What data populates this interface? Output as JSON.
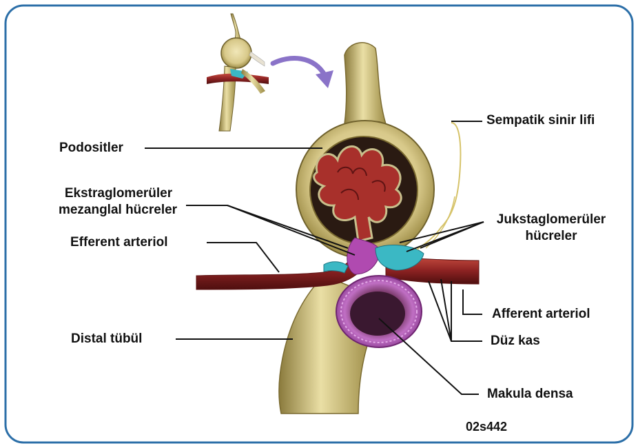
{
  "labels": {
    "podosit": "Podositler",
    "ekstra_line1": "Ekstraglomerüler",
    "ekstra_line2": "mezanglal hücreler",
    "efferent": "Efferent arteriol",
    "distal": "Distal tübül",
    "sempatik": "Sempatik sinir lifi",
    "juksta_line1": "Jukstaglomerüler",
    "juksta_line2": "hücreler",
    "afferent": "Afferent arteriol",
    "duz_kas": "Düz kas",
    "makula": "Makula densa",
    "code": "02s442"
  },
  "colors": {
    "border": "#2c6fa8",
    "capsule": "#d8c98a",
    "capsule_dark": "#8a7a3c",
    "vessel": "#9b2c2c",
    "vessel_dark": "#5e1313",
    "juxta": "#3bb8c4",
    "macula": "#a94fb0",
    "arrow": "#8a73c8"
  }
}
